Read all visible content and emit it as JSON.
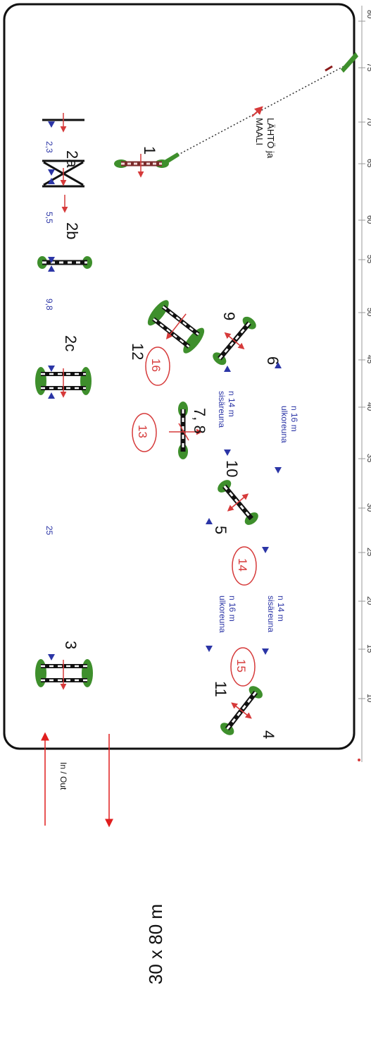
{
  "arena": {
    "size_label": "30 x 80 m",
    "in_out_label": "In / Out",
    "start_finish_line1": "LÄHTÖ ja",
    "start_finish_line2": "MAALI",
    "ruler_ticks": [
      "10",
      "15",
      "20",
      "25",
      "30",
      "35",
      "40",
      "45",
      "50",
      "55",
      "60",
      "65",
      "70",
      "75",
      "80"
    ]
  },
  "jumps": [
    {
      "id": "j1",
      "label": "1"
    },
    {
      "id": "j2a",
      "label": "2a"
    },
    {
      "id": "j2b",
      "label": "2b"
    },
    {
      "id": "j2c",
      "label": "2c"
    },
    {
      "id": "j3",
      "label": "3"
    },
    {
      "id": "j4",
      "label": "4"
    },
    {
      "id": "j5",
      "label": "5"
    },
    {
      "id": "j6",
      "label": "6"
    },
    {
      "id": "j78",
      "label": "7, 8"
    },
    {
      "id": "j9",
      "label": "9"
    },
    {
      "id": "j10",
      "label": "10"
    },
    {
      "id": "j11",
      "label": "11"
    },
    {
      "id": "j12",
      "label": "12"
    }
  ],
  "circled_numbers": [
    "13",
    "14",
    "15",
    "16"
  ],
  "distances": [
    "2,3",
    "5,5",
    "9,8",
    "25"
  ],
  "notes": {
    "n16_top_line1": "n 16 m",
    "n16_top_line2": "ulkoreuna",
    "n14_top_line1": "n 14 m",
    "n14_top_line2": "sisäreuna",
    "n16_bottom_line1": "n 16 m",
    "n16_bottom_line2": "ulkoreuna",
    "n14_bottom_line1": "n 14 m",
    "n14_bottom_line2": "sisäreuna"
  },
  "colors": {
    "blue": "#2b35a6",
    "red": "#d63a3a",
    "green": "#3e8f2c",
    "black": "#111111"
  }
}
